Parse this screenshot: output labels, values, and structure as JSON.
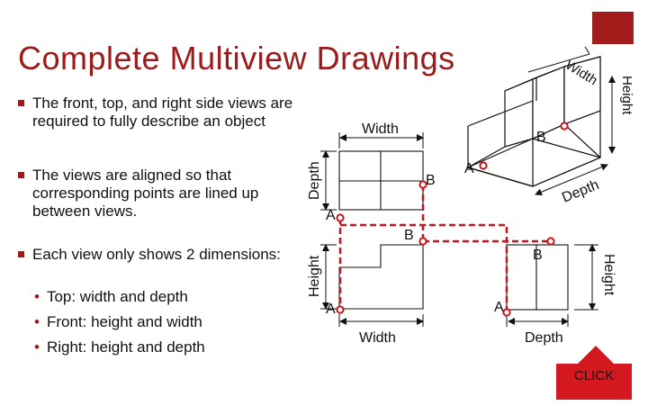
{
  "slide": {
    "title": "Complete Multiview Drawings",
    "bullets": [
      "The front, top, and right side views are required to fully describe an object",
      "The views are aligned so that corresponding points are lined up between views.",
      "Each view only shows 2 dimensions:"
    ],
    "sub_bullets": [
      "Top: width and depth",
      "Front: height and width",
      "Right: height and depth"
    ],
    "accent_color": "#9b1a1a",
    "point_color": "#c4161c"
  },
  "drawing": {
    "labels": {
      "width": "Width",
      "depth": "Depth",
      "height": "Height",
      "point_a": "A",
      "point_b": "B"
    },
    "iso_labels": {
      "width_top": "Width",
      "height_right": "Height",
      "depth_bottom": "Depth"
    }
  },
  "click_button": {
    "label": "CLICK",
    "color": "#d4181f"
  }
}
